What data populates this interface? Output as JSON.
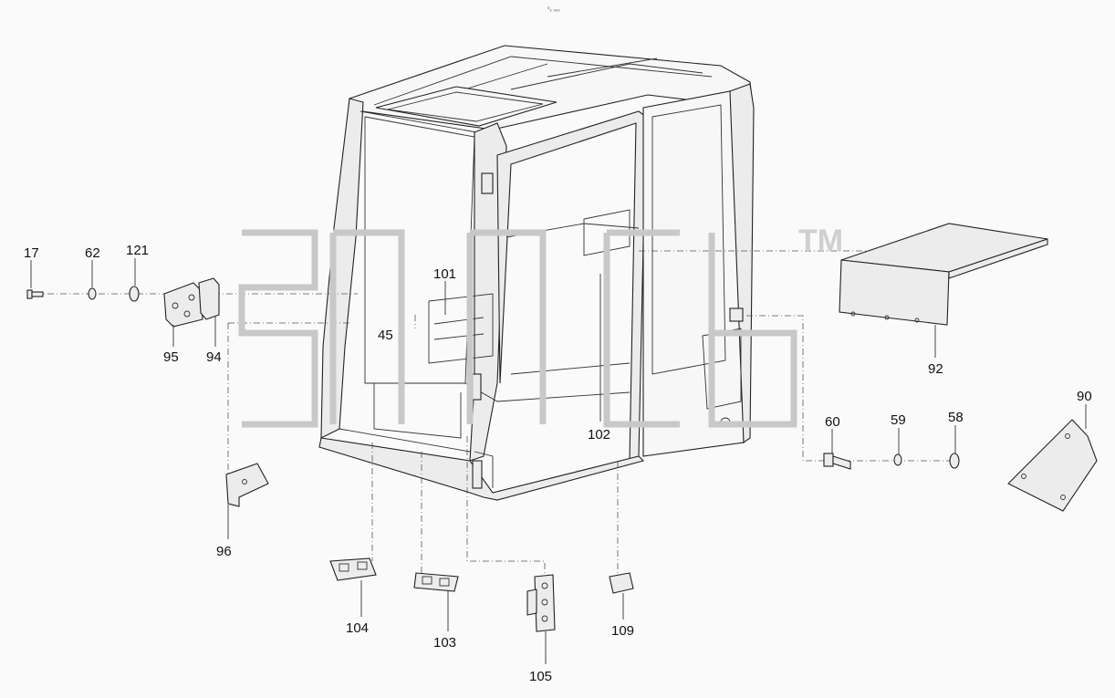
{
  "diagram": {
    "top_mark": "⁰₂ ₀₀₀",
    "watermark_mark": "TM",
    "callouts": {
      "c17": "17",
      "c62": "62",
      "c121": "121",
      "c95": "95",
      "c94": "94",
      "c101": "101",
      "c45": "45",
      "c102": "102",
      "c96": "96",
      "c104": "104",
      "c103": "103",
      "c105": "105",
      "c109": "109",
      "c92": "92",
      "c90": "90",
      "c60": "60",
      "c59": "59",
      "c58": "58"
    }
  }
}
